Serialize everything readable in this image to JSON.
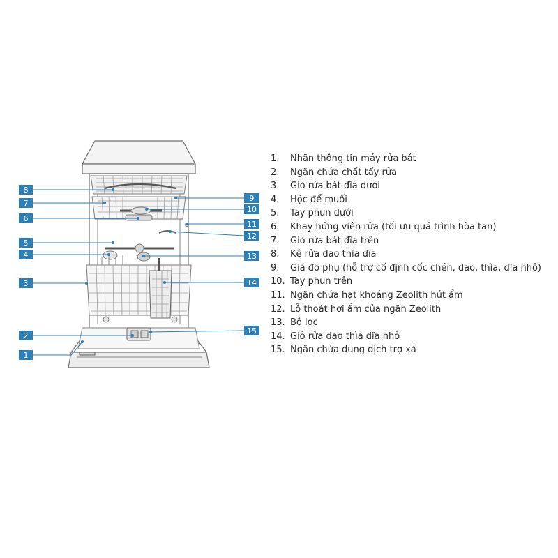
{
  "colors": {
    "callout_fill": "#2d7fb8",
    "callout_text": "#ffffff",
    "leader_line": "#2d7fb8",
    "drawing_stroke": "#6f6f6f",
    "drawing_fill": "#f2f2f2",
    "legend_text": "#2b2b2b"
  },
  "callouts": [
    "1",
    "2",
    "3",
    "4",
    "5",
    "6",
    "7",
    "8",
    "9",
    "10",
    "11",
    "12",
    "13",
    "14",
    "15"
  ],
  "legend": [
    {
      "number": "1.",
      "text": "Nhãn thông tin máy rửa bát"
    },
    {
      "number": "2.",
      "text": "Ngăn chứa chất tẩy rửa"
    },
    {
      "number": "3.",
      "text": "Giỏ rửa bát đĩa dưới"
    },
    {
      "number": "4.",
      "text": "Hộc để muối"
    },
    {
      "number": "5.",
      "text": "Tay phun dưới"
    },
    {
      "number": "6.",
      "text": "Khay hứng viên rửa (tối ưu quá trình hòa tan)"
    },
    {
      "number": "7.",
      "text": "Giỏ rửa bát đĩa trên"
    },
    {
      "number": "8.",
      "text": "Kệ rửa dao thìa dĩa"
    },
    {
      "number": "9.",
      "text": "Giá đỡ phụ (hỗ trợ cố định cốc chén, dao, thìa, dĩa nhỏ)"
    },
    {
      "number": "10.",
      "text": "Tay phun trên"
    },
    {
      "number": "11.",
      "text": "Ngăn chứa hạt khoáng Zeolith hút ẩm"
    },
    {
      "number": "12.",
      "text": "Lỗ thoát hơi ẩm của ngăn Zeolith"
    },
    {
      "number": "13.",
      "text": "Bộ lọc"
    },
    {
      "number": "14.",
      "text": "Giỏ rửa dao thìa dĩa nhỏ"
    },
    {
      "number": "15.",
      "text": "Ngăn chứa dung dịch trợ xả"
    }
  ]
}
